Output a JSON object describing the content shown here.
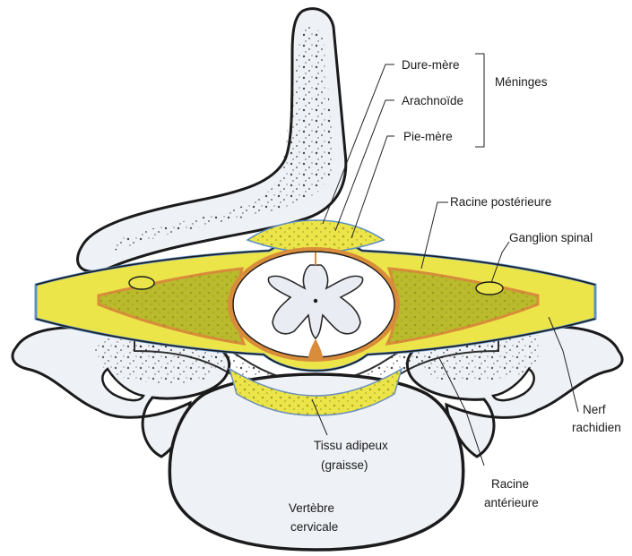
{
  "labels": {
    "dure_mere": "Dure-mère",
    "arachnoide": "Arachnoïde",
    "pie_mere": "Pie-mère",
    "meninges": "Méninges",
    "racine_posterieure": "Racine postérieure",
    "ganglion_spinal": "Ganglion spinal",
    "nerf_line1": "Nerf",
    "nerf_line2": "rachidien",
    "tissu_line1": "Tissu adipeux",
    "tissu_line2": "(graisse)",
    "racine_ant_line1": "Racine",
    "racine_ant_line2": "antérieure",
    "vertebre_line1": "Vertèbre",
    "vertebre_line2": "cervicale"
  },
  "colors": {
    "bone_fill": "#eef1f6",
    "bone_outline": "#1b1b1b",
    "fat_yellow": "#ece54a",
    "fat_green": "#b9ba2c",
    "meninx_orange": "#d98c3a",
    "dura_blue": "#5b8fc9",
    "cord_grey": "#e9ecf2"
  }
}
